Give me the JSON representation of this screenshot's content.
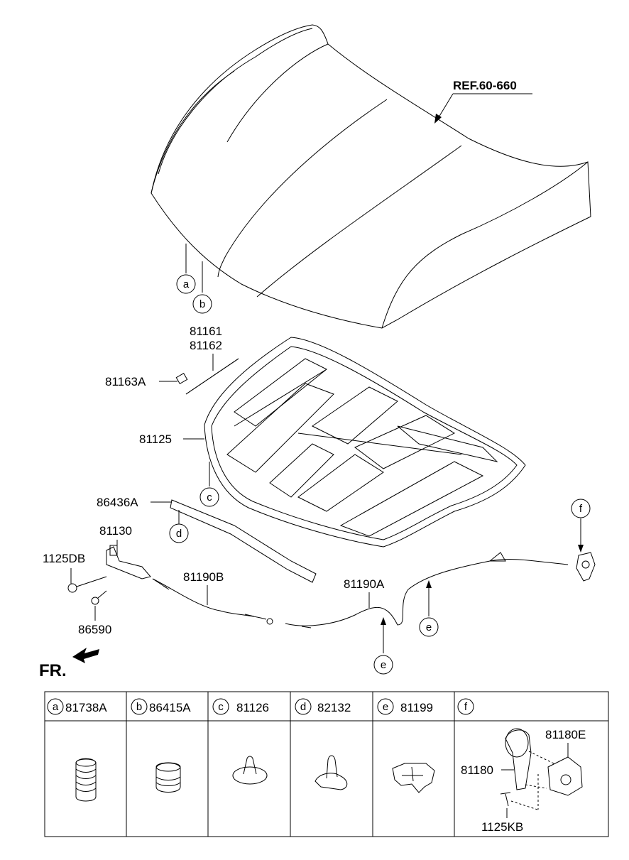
{
  "reference": "REF.60-660",
  "direction_label": "FR.",
  "callouts": {
    "a": "a",
    "b": "b",
    "c": "c",
    "d": "d",
    "e": "e",
    "f": "f"
  },
  "parts": {
    "p81161": "81161",
    "p81162": "81162",
    "p81163A": "81163A",
    "p81125": "81125",
    "p86436A": "86436A",
    "p81130": "81130",
    "p1125DB": "1125DB",
    "p86590": "86590",
    "p81190B": "81190B",
    "p81190A": "81190A"
  },
  "legend": [
    {
      "key": "a",
      "part": "81738A"
    },
    {
      "key": "b",
      "part": "86415A"
    },
    {
      "key": "c",
      "part": "81126"
    },
    {
      "key": "d",
      "part": "82132"
    },
    {
      "key": "e",
      "part": "81199"
    },
    {
      "key": "f",
      "part": ""
    }
  ],
  "legend_f_parts": {
    "p81180E": "81180E",
    "p81180": "81180",
    "p1125KB": "1125KB"
  }
}
